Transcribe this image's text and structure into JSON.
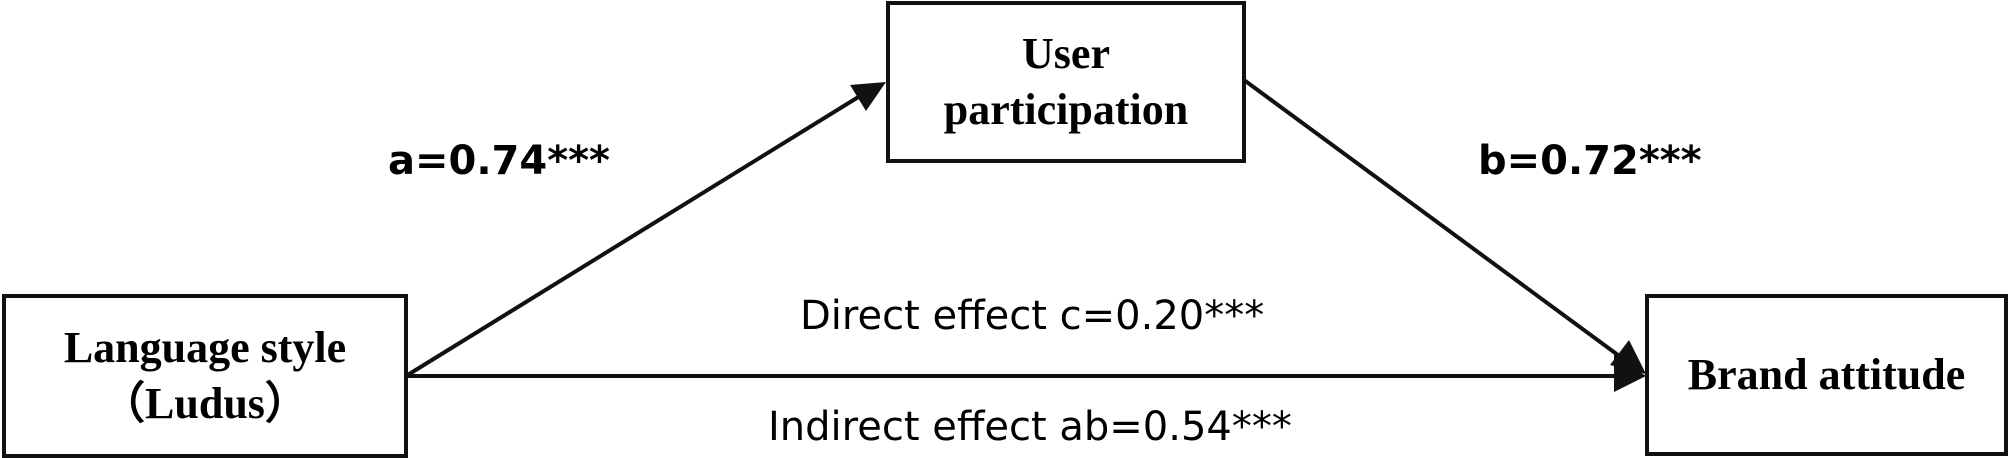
{
  "diagram": {
    "type": "mediation-model",
    "nodes": {
      "predictor": {
        "line1": "Language style",
        "line2": "（Ludus）"
      },
      "mediator": {
        "line1": "User",
        "line2": "participation"
      },
      "outcome": {
        "line1": "Brand attitude"
      }
    },
    "paths": {
      "a": {
        "label": "a=0.74***",
        "from": "predictor",
        "to": "mediator"
      },
      "b": {
        "label": "b=0.72***",
        "from": "mediator",
        "to": "outcome"
      },
      "direct": {
        "label": "Direct effect c=0.20***",
        "from": "predictor",
        "to": "outcome"
      },
      "indirect": {
        "label": "Indirect effect ab=0.54***"
      }
    },
    "colors": {
      "line": "#111111",
      "text": "#000000",
      "background": "#ffffff"
    }
  }
}
